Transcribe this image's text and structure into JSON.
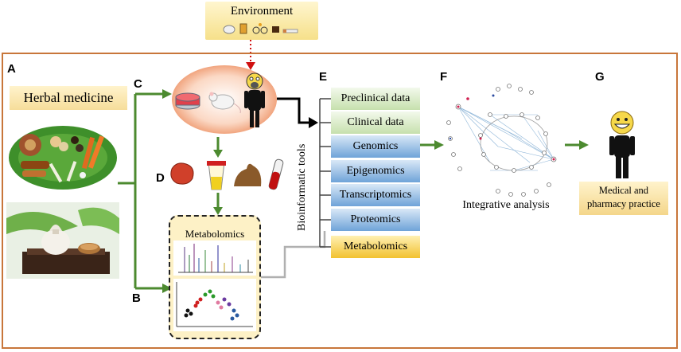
{
  "environment": {
    "title": "Environment"
  },
  "panels": {
    "A": "A",
    "B": "B",
    "C": "C",
    "D": "D",
    "E": "E",
    "F": "F",
    "G": "G"
  },
  "herbal": {
    "label": "Herbal medicine"
  },
  "metabolomics_panel": {
    "title": "Metabolomics"
  },
  "bioinformatic": {
    "label": "Bioinformatic tools"
  },
  "data_stack": [
    "Preclinical data",
    "Clinical data",
    "Genomics",
    "Epigenomics",
    "Transcriptomics",
    "Proteomics",
    "Metabolomics"
  ],
  "integrative": {
    "label": "Integrative analysis"
  },
  "practice": {
    "line1": "Medical and",
    "line2": "pharmacy practice"
  },
  "colors": {
    "arrow_green": "#4c8a2f",
    "frame": "#c8763a",
    "dotted_red": "#d01010"
  }
}
